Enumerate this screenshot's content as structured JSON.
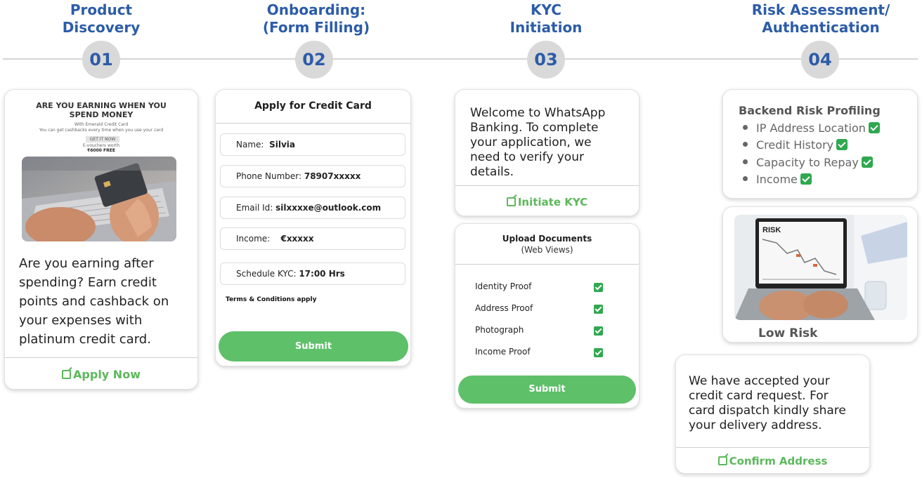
{
  "stages": [
    {
      "title_line1": "Product",
      "title_line2": "Discovery",
      "number": "01"
    },
    {
      "title_line1": "Onboarding:",
      "title_line2": "(Form Filling)",
      "number": "02"
    },
    {
      "title_line1": "KYC",
      "title_line2": "Initiation",
      "number": "03"
    },
    {
      "title_line1": "Risk Assessment/",
      "title_line2": "Authentication",
      "number": "04"
    }
  ],
  "product_card": {
    "ad_heading_line1": "ARE YOU EARNING WHEN YOU",
    "ad_heading_line2": "SPEND MONEY",
    "ad_sub1": "With Emerald Credit Card",
    "ad_sub2": "You can get cashbacks every time when you use your card",
    "ad_button": "GET IT NOW",
    "ad_voucher": "E-vouchers worth",
    "ad_amount": "₹6000 FREE",
    "message_lines": [
      "Are you earning after",
      "spending? Earn credit",
      "points and cashback on",
      "your expenses with",
      "platinum credit card."
    ],
    "cta": "Apply Now"
  },
  "form_card": {
    "title": "Apply for Credit Card",
    "fields": [
      {
        "label": "Name:",
        "value": "Silvia"
      },
      {
        "label": "Phone Number:",
        "value": "78907xxxxx"
      },
      {
        "label": "Email Id:",
        "value": "silxxxxe@outlook.com"
      },
      {
        "label": "Income:",
        "value": "€xxxxx"
      },
      {
        "label": "Schedule KYC:",
        "value": "17:00 Hrs"
      }
    ],
    "terms": "Terms & Conditions apply",
    "submit": "Submit"
  },
  "kyc_card": {
    "message_lines": [
      "Welcome to WhatsApp",
      "Banking. To complete",
      "your application, we",
      "need to verify your",
      "details."
    ],
    "cta": "Initiate KYC"
  },
  "upload_card": {
    "title": "Upload Documents",
    "subtitle": "(Web Views)",
    "documents": [
      "Identity Proof",
      "Address Proof",
      "Photograph",
      "Income Proof"
    ],
    "submit": "Submit"
  },
  "risk_card": {
    "title": "Backend Risk Profiling",
    "items": [
      "IP Address Location",
      "Credit History",
      "Capacity to Repay",
      "Income"
    ]
  },
  "risk_image_card": {
    "screen_label": "RISK",
    "result": "Low Risk"
  },
  "confirm_card": {
    "message_lines": [
      "We have accepted your",
      "credit card request. For",
      "card dispatch kindly share",
      "your delivery address."
    ],
    "cta": "Confirm Address"
  },
  "colors": {
    "accent_blue": "#2c5ca8",
    "accent_green": "#5cb85c",
    "submit_green": "#5ec069",
    "check_green": "#2fa84f"
  }
}
